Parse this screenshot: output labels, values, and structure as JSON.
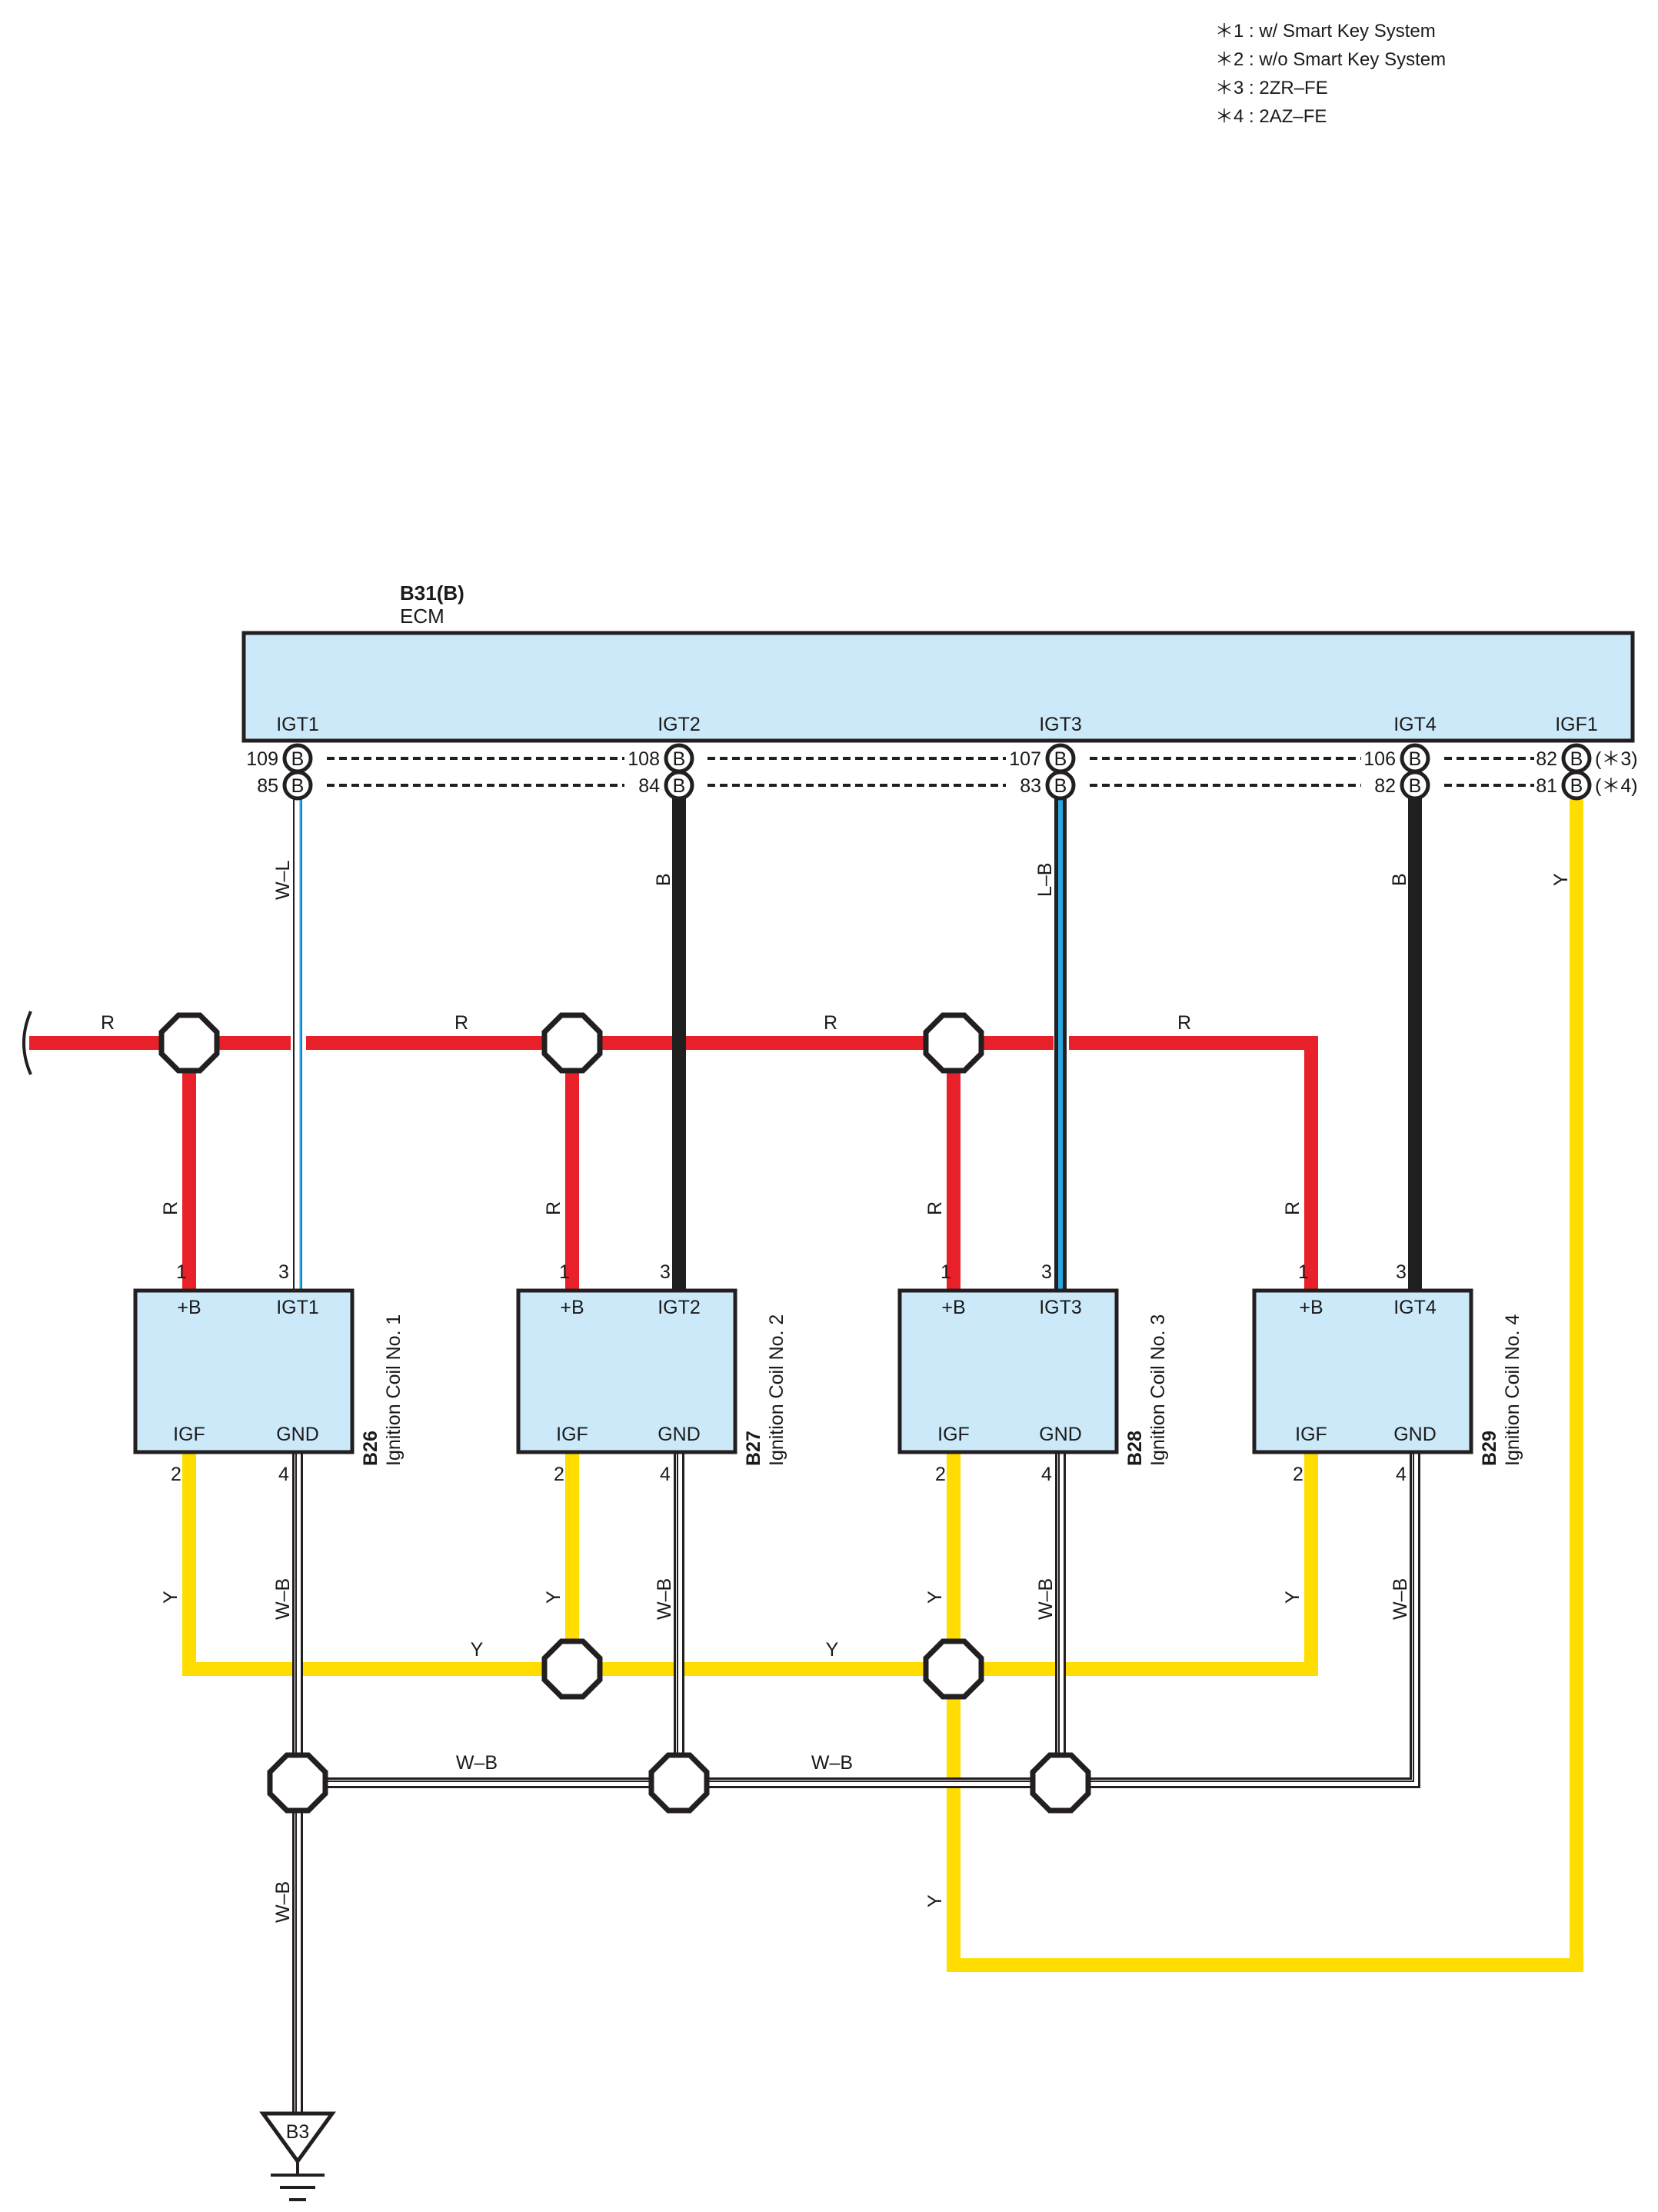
{
  "notes": [
    "＊1 : w/ Smart Key System",
    "＊2 : w/o Smart Key System",
    "＊3 : 2ZR–FE",
    "＊4 : 2AZ–FE"
  ],
  "ecm": {
    "code": "B31(B)",
    "name": "ECM",
    "terminals": [
      {
        "label": "IGT1",
        "pin_a": "109",
        "pin_b": "85",
        "conn": "B"
      },
      {
        "label": "IGT2",
        "pin_a": "108",
        "pin_b": "84",
        "conn": "B"
      },
      {
        "label": "IGT3",
        "pin_a": "107",
        "pin_b": "83",
        "conn": "B"
      },
      {
        "label": "IGT4",
        "pin_a": "106",
        "pin_b": "82",
        "conn": "B"
      },
      {
        "label": "IGF1",
        "pin_a": "82",
        "pin_b": "81",
        "conn": "B"
      }
    ],
    "variant_a": "(＊3)",
    "variant_b": "(＊4)"
  },
  "coils": [
    {
      "code": "B26",
      "name": "Ignition Coil No. 1",
      "pin_b": "1",
      "pin_igt": "3",
      "pin_igf": "2",
      "pin_gnd": "4",
      "t_b": "+B",
      "t_igt": "IGT1",
      "t_igf": "IGF",
      "t_gnd": "GND"
    },
    {
      "code": "B27",
      "name": "Ignition Coil No. 2",
      "pin_b": "1",
      "pin_igt": "3",
      "pin_igf": "2",
      "pin_gnd": "4",
      "t_b": "+B",
      "t_igt": "IGT2",
      "t_igf": "IGF",
      "t_gnd": "GND"
    },
    {
      "code": "B28",
      "name": "Ignition Coil No. 3",
      "pin_b": "1",
      "pin_igt": "3",
      "pin_igf": "2",
      "pin_gnd": "4",
      "t_b": "+B",
      "t_igt": "IGT3",
      "t_igf": "IGF",
      "t_gnd": "GND"
    },
    {
      "code": "B29",
      "name": "Ignition Coil No. 4",
      "pin_b": "1",
      "pin_igt": "3",
      "pin_igf": "2",
      "pin_gnd": "4",
      "t_b": "+B",
      "t_igt": "IGT4",
      "t_igf": "IGF",
      "t_gnd": "GND"
    }
  ],
  "wire_colors": {
    "R": "R",
    "B": "B",
    "Y": "Y",
    "WL": "W–L",
    "LB": "L–B",
    "WB": "W–B"
  },
  "ground": {
    "code": "B3"
  },
  "colors": {
    "ecm_fill": "#cce9fa",
    "coil_fill": "#cce9fa",
    "red": "#e8202a",
    "black": "#1f1f1f",
    "yellow": "#ffdd00",
    "blue": "#29a8e0",
    "outline": "#231f20"
  }
}
